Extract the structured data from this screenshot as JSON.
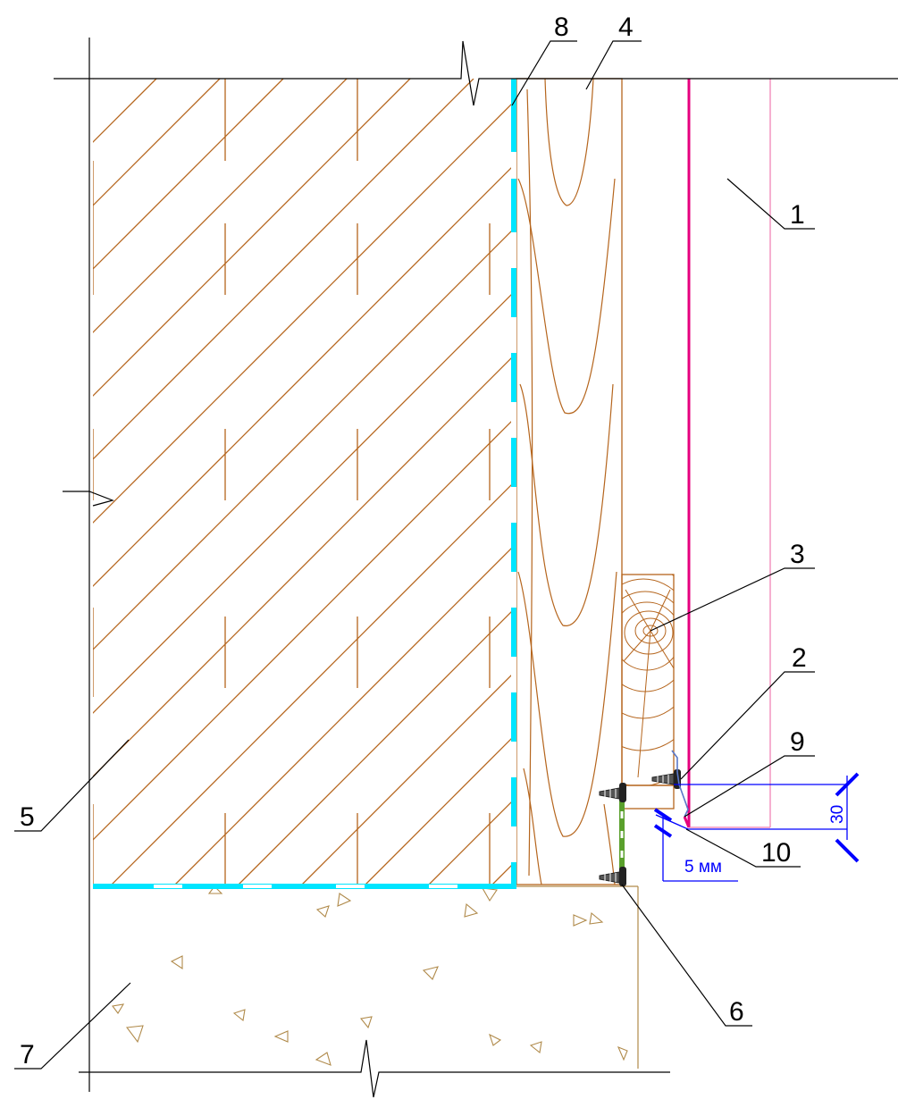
{
  "callouts": {
    "c1": "1",
    "c2": "2",
    "c3": "3",
    "c4": "4",
    "c5": "5",
    "c6": "6",
    "c7": "7",
    "c8": "8",
    "c9": "9",
    "c10": "10"
  },
  "dimensions": {
    "gap_label": "5 мм",
    "height_label": "30"
  },
  "colors": {
    "line": "#000000",
    "wood": "#b5651d",
    "concrete": "#b08a4a",
    "membrane": "#00e5ff",
    "green_strip": "#5aa02c",
    "cladding": "#e6007e",
    "cladding_light": "#f07ab0",
    "dimension": "#0000ff",
    "flashing": "#5a78c8"
  }
}
